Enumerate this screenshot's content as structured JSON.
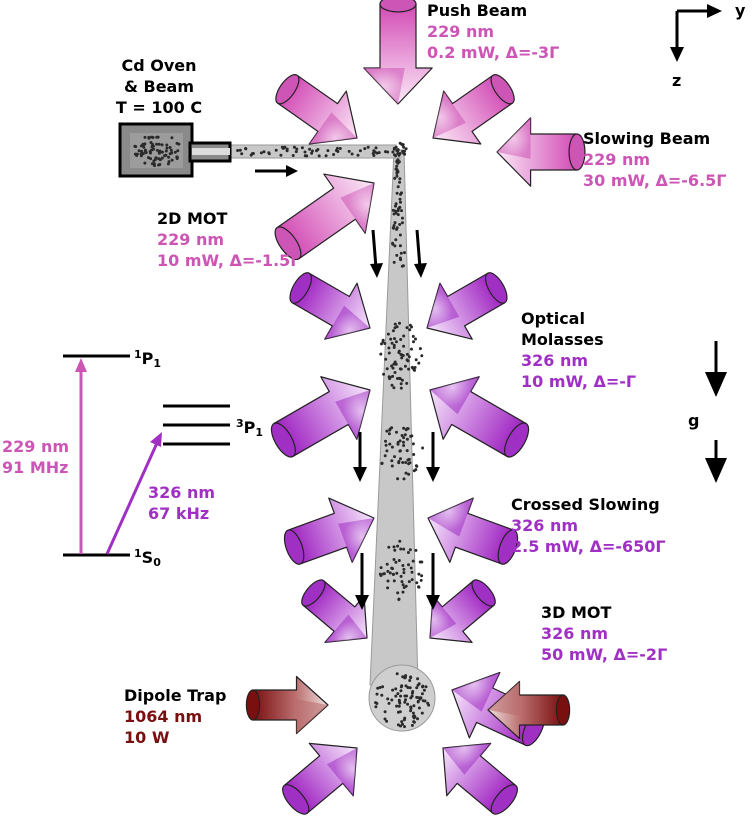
{
  "axes": {
    "y": "y",
    "z": "z",
    "g": "g"
  },
  "oven": {
    "line1": "Cd Oven",
    "line2": "& Beam",
    "line3": "T = 100 C"
  },
  "push_beam": {
    "title": "Push Beam",
    "wavelength": "229 nm",
    "params": "0.2 mW, Δ=-3Γ"
  },
  "slowing_beam": {
    "title": "Slowing Beam",
    "wavelength": "229 nm",
    "params": "30 mW, Δ=-6.5Γ"
  },
  "mot2d": {
    "title": "2D MOT",
    "wavelength": "229 nm",
    "params": "10 mW, Δ=-1.5Γ"
  },
  "molasses": {
    "title1": "Optical",
    "title2": "Molasses",
    "wavelength": "326 nm",
    "params": "10 mW, Δ=-Γ"
  },
  "crossed": {
    "title": "Crossed Slowing",
    "wavelength": "326 nm",
    "params": "2.5 mW, Δ=-650Γ"
  },
  "mot3d": {
    "title": "3D MOT",
    "wavelength": "326 nm",
    "params": "50 mW, Δ=-2Γ"
  },
  "dipole": {
    "title": "Dipole Trap",
    "wavelength": "1064 nm",
    "params": "10 W"
  },
  "levels": {
    "p1_pre": "1",
    "p1_main": "P",
    "p1_sub": "1",
    "p3_pre": "3",
    "p3_main": "P",
    "p3_sub": "1",
    "s0_pre": "1",
    "s0_main": "S",
    "s0_sub": "0",
    "blue_wavelength": "229 nm",
    "blue_linewidth": "91 MHz",
    "uv_wavelength": "326 nm",
    "uv_linewidth": "67 kHz"
  },
  "colors": {
    "beam_229": "#cc55b5",
    "beam_326": "#a030c4",
    "dipole": "#7a0f0f",
    "atom_beam": "#c8c8c8"
  }
}
